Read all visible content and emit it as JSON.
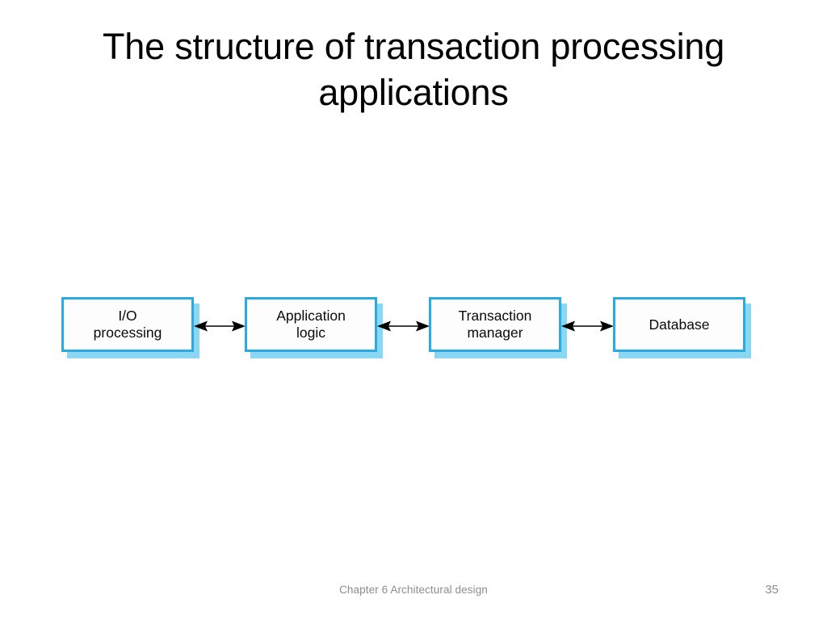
{
  "slide": {
    "title": "The structure of transaction processing applications",
    "background_color": "#ffffff"
  },
  "theme": {
    "box_border_color": "#29ABE2",
    "box_shadow_color": "#8BD6F2",
    "box_fill_color": "#fdfdfd",
    "arrow_color": "#000000",
    "title_color": "#000000",
    "footer_color": "#8d8d8d"
  },
  "diagram": {
    "type": "flow",
    "orientation": "horizontal",
    "nodes": [
      {
        "id": "io-processing",
        "label": "I/O\nprocessing"
      },
      {
        "id": "application-logic",
        "label": "Application\nlogic"
      },
      {
        "id": "transaction-manager",
        "label": "Transaction\nmanager"
      },
      {
        "id": "database",
        "label": "Database"
      }
    ],
    "connectors": [
      {
        "from": "io-processing",
        "to": "application-logic",
        "style": "double-arrow"
      },
      {
        "from": "application-logic",
        "to": "transaction-manager",
        "style": "double-arrow"
      },
      {
        "from": "transaction-manager",
        "to": "database",
        "style": "double-arrow"
      }
    ]
  },
  "footer": {
    "text": "Chapter 6 Architectural design",
    "page_number": "35"
  }
}
